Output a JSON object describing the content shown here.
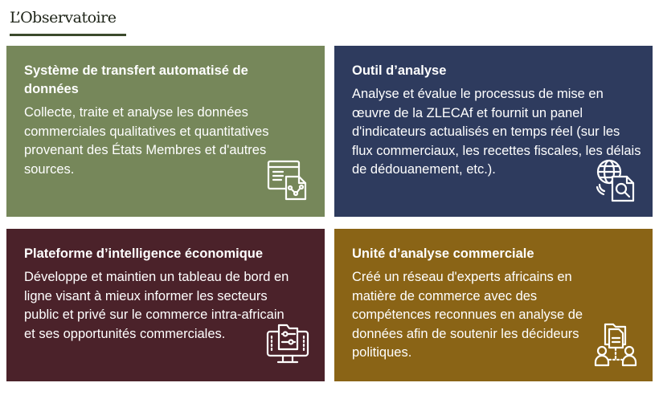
{
  "header": {
    "title": "L’Observatoire"
  },
  "panels": [
    {
      "title": "Système de transfert automatisé de données",
      "text": "Collecte, traite et analyse les données commerciales qualitatives et quantitatives provenant des États Membres et d'autres sources.",
      "icon": "data-transfer-icon",
      "color": "#76875a"
    },
    {
      "title": "Outil d’analyse",
      "text": "Analyse et évalue le processus de mise en œuvre de la ZLECAf et fournit un panel d'indicateurs actualisés en temps réel (sur les flux commerciaux, les recettes fiscales, les délais de dédouanement, etc.).",
      "icon": "globe-search-icon",
      "color": "#2e3b5e"
    },
    {
      "title": "Plateforme d’intelligence économique",
      "text": "Développe et maintien un tableau de bord en ligne visant à mieux informer les secteurs public et privé sur le commerce intra-africain et ses opportunités commerciales.",
      "icon": "dashboard-monitor-icon",
      "color": "#4b222a"
    },
    {
      "title": "Unité d’analyse commerciale",
      "text": "Créé un réseau d'experts africains en matière de commerce avec des compétences reconnues en analyse de données afin de soutenir les décideurs politiques.",
      "icon": "experts-network-icon",
      "color": "#8a6416"
    }
  ]
}
